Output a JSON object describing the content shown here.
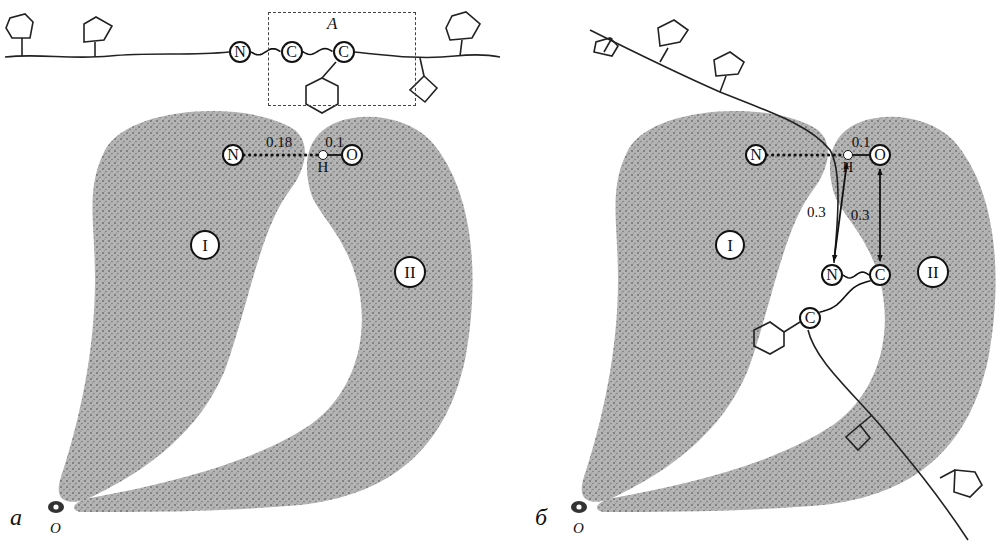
{
  "diagram": {
    "nodes": [
      {
        "text": [
          "A"
        ]
      },
      {
        "text": [
          "N"
        ]
      },
      {
        "text": [
          "C"
        ],
        "in": 0
      },
      {
        "text": [
          "C"
        ],
        "in": 0
      },
      {
        "text": [
          "N"
        ]
      },
      {
        "text": [
          "H"
        ]
      },
      {
        "text": [
          "O"
        ]
      },
      {
        "text": [
          "I"
        ]
      },
      {
        "text": [
          "II"
        ]
      },
      {
        "text": [
          "N"
        ]
      },
      {
        "text": [
          "H"
        ]
      },
      {
        "text": [
          "O"
        ]
      },
      {
        "text": [
          "N"
        ]
      },
      {
        "text": [
          "C"
        ]
      },
      {
        "text": [
          "C"
        ]
      },
      {
        "text": [
          "I"
        ]
      },
      {
        "text": [
          "II"
        ]
      }
    ],
    "edges": [
      {
        "from": 1,
        "to": 2,
        "arrow": "none"
      },
      {
        "from": 2,
        "to": 3,
        "arrow": "none"
      },
      {
        "from": 4,
        "to": 5,
        "arrow": "none",
        "label": "0.18"
      },
      {
        "from": 5,
        "to": 6,
        "arrow": "none",
        "label": "0.1"
      },
      {
        "from": 9,
        "to": 10,
        "arrow": "none"
      },
      {
        "from": 10,
        "to": 11,
        "arrow": "none",
        "label": "0.1"
      },
      {
        "from": 10,
        "to": 12,
        "arrow": "both",
        "label": "0.3"
      },
      {
        "from": 11,
        "to": 13,
        "arrow": "both",
        "label": "0.3"
      },
      {
        "from": 12,
        "to": 13,
        "arrow": "none"
      },
      {
        "from": 13,
        "to": 14,
        "arrow": "none"
      }
    ],
    "labels": [
      "а",
      "б",
      "O",
      "O"
    ]
  }
}
